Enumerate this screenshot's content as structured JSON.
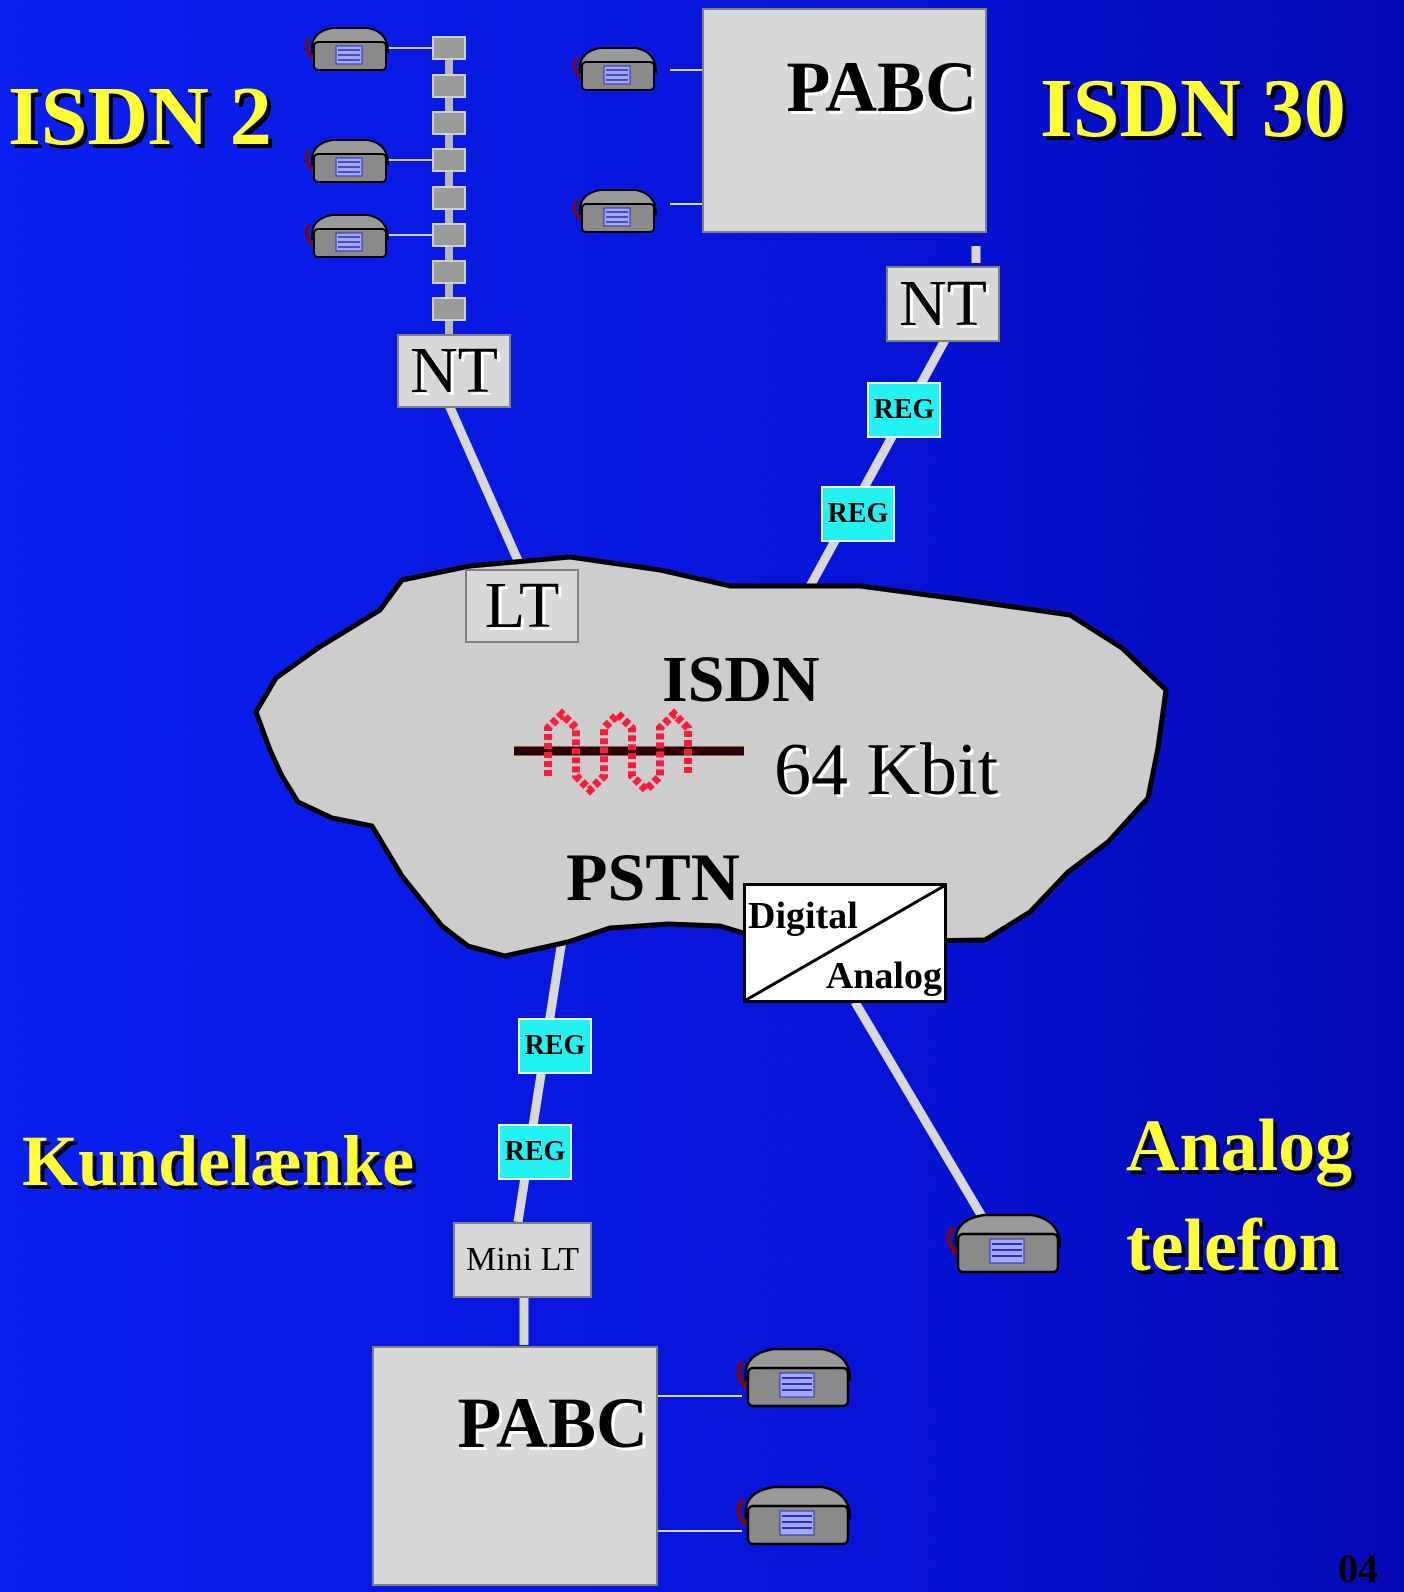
{
  "labels": {
    "isdn2": "ISDN 2",
    "isdn30": "ISDN 30",
    "kundelaenke": "Kundelænke",
    "analog_line1": "Analog",
    "analog_line2": "telefon",
    "page_number": "04"
  },
  "pabc_top": "PABC",
  "pabc_bottom": "PABC",
  "nt_left": "NT",
  "nt_right": "NT",
  "lt": "LT",
  "mini_lt": "Mini LT",
  "reg": [
    "REG",
    "REG",
    "REG",
    "REG"
  ],
  "cloud": {
    "isdn": "ISDN",
    "rate": "64 Kbit",
    "pstn": "PSTN"
  },
  "converter": {
    "digital": "Digital",
    "analog": "Analog"
  },
  "colors": {
    "background": "#0a1ff0",
    "label_yellow": "#ffff33",
    "reg_cyan": "#22f2f2",
    "cloud_gray": "#cdcdcd",
    "signal_red": "#ff1a3c"
  },
  "icons": [
    "telephone-icon",
    "bus-connector-icon",
    "signal-wave-icon"
  ]
}
